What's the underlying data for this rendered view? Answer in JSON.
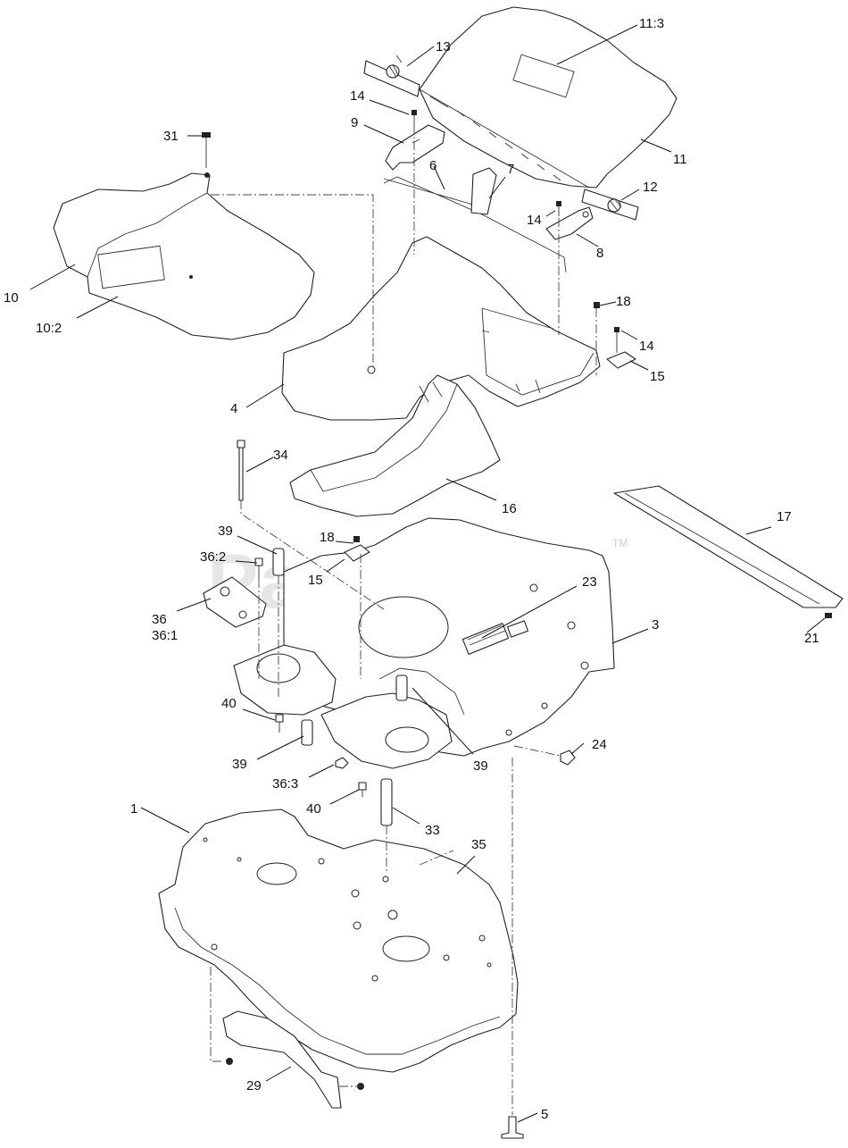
{
  "watermark": {
    "text": "PartsTree",
    "tm": "TM"
  },
  "callouts": {
    "c1": "1",
    "c3": "3",
    "c4": "4",
    "c5": "5",
    "c6": "6",
    "c7": "7",
    "c8": "8",
    "c9": "9",
    "c10": "10",
    "c10_2": "10:2",
    "c11": "11",
    "c11_3": "11:3",
    "c12": "12",
    "c13": "13",
    "c14a": "14",
    "c14b": "14",
    "c14c": "14",
    "c15a": "15",
    "c15b": "15",
    "c16": "16",
    "c17": "17",
    "c18a": "18",
    "c18b": "18",
    "c21": "21",
    "c23": "23",
    "c24": "24",
    "c29": "29",
    "c31": "31",
    "c33": "33",
    "c34": "34",
    "c35": "35",
    "c36": "36",
    "c36_1": "36:1",
    "c36_2": "36:2",
    "c36_3": "36:3",
    "c39a": "39",
    "c39b": "39",
    "c39c": "39",
    "c40a": "40",
    "c40b": "40"
  }
}
